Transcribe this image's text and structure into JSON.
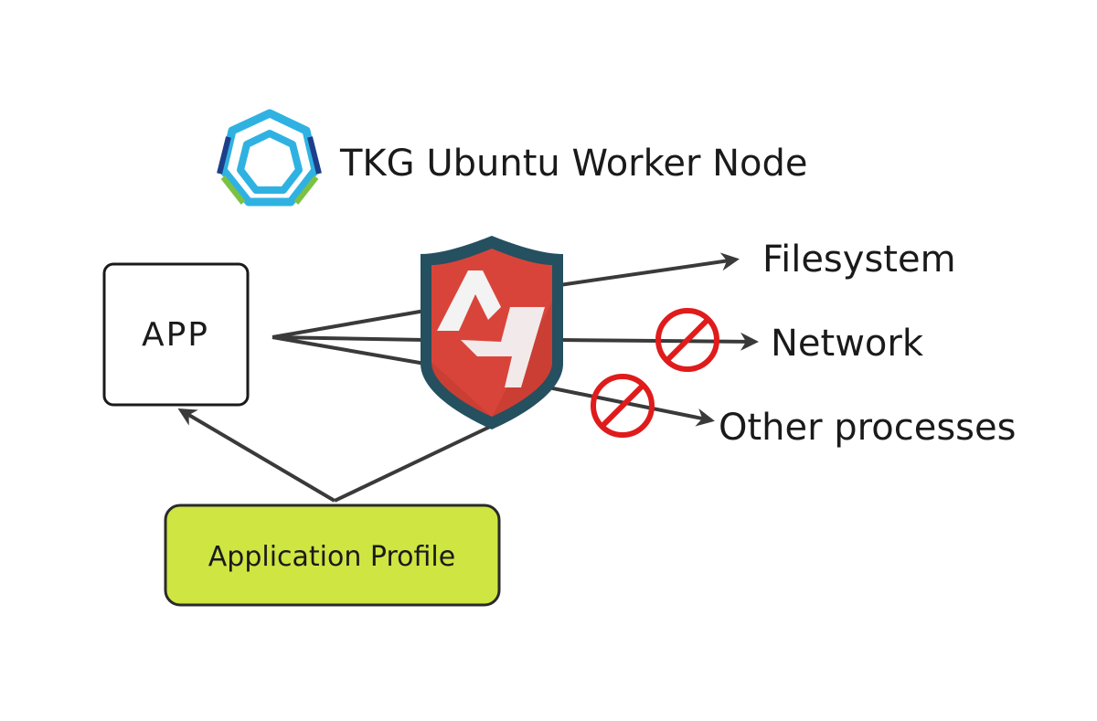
{
  "title": "TKG Ubuntu Worker Node",
  "nodes": {
    "app": "APP",
    "profile": "Application Profile",
    "filesystem": "Filesystem",
    "network": "Network",
    "processes": "Other processes"
  },
  "access": {
    "filesystem": "allowed",
    "network": "blocked",
    "processes": "blocked"
  },
  "colors": {
    "profile_fill": "#cfe542",
    "shield_border": "#25505f",
    "shield_red": "#d9443a",
    "block": "#e01b1b",
    "logo_light": "#2fb2e2",
    "logo_dark": "#1d3f8a",
    "logo_green": "#7cc242"
  },
  "icons": {
    "logo": "tanzu-kubernetes-logo-icon",
    "shield": "apparmor-shield-icon",
    "block": "prohibited-icon"
  }
}
